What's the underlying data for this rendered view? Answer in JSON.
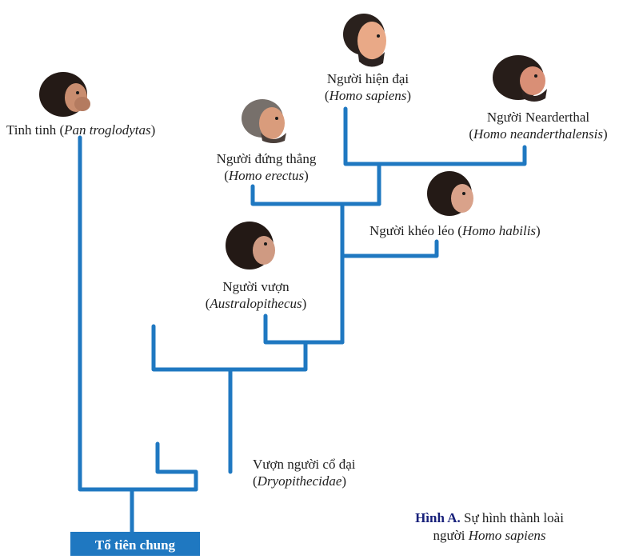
{
  "colors": {
    "branch": "#1f78c1",
    "root_box": "#1f78c1",
    "figure_label": "#17207a"
  },
  "root": {
    "label": "Tổ tiên chung"
  },
  "taxa": {
    "chimp": {
      "common": "Tinh tinh (",
      "scientific": "Pan troglodytas",
      "close": ")",
      "icon": "chimpanzee-head-icon"
    },
    "sapiens": {
      "common": "Người hiện đại",
      "open": "(",
      "scientific": "Homo sapiens",
      "close": ")",
      "icon": "modern-human-head-icon"
    },
    "neanderthal": {
      "common": "Người Nearderthal",
      "open": "(",
      "scientific": "Homo neanderthalensis",
      "close": ")",
      "icon": "neanderthal-head-icon"
    },
    "erectus": {
      "common": "Người đứng thẳng",
      "open": "(",
      "scientific": "Homo erectus",
      "close": ")",
      "icon": "homo-erectus-head-icon"
    },
    "habilis": {
      "common": "Người khéo léo (",
      "scientific": "Homo habilis",
      "close": ")",
      "icon": "homo-habilis-head-icon"
    },
    "australopithecus": {
      "common": "Người vượn",
      "open": "(",
      "scientific": "Australopithecus",
      "close": ")",
      "icon": "australopithecus-head-icon"
    },
    "dryopithecidae": {
      "common": "Vượn người cổ đại",
      "open": "(",
      "scientific": "Dryopithecidae",
      "close": ")"
    }
  },
  "caption": {
    "figure": "Hình A.",
    "text_line1": " Sự hình thành loài",
    "text_line2": "người ",
    "scientific": "Homo sapiens"
  }
}
